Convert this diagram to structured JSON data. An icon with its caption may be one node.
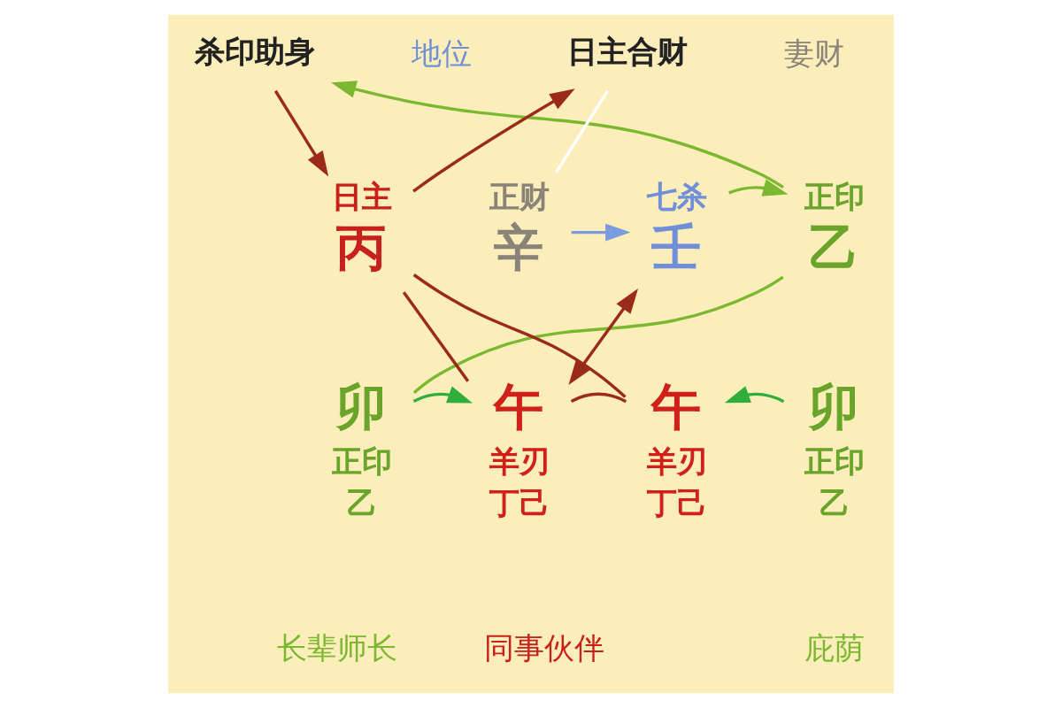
{
  "diagram": {
    "nodes": [
      {
        "text": [
          "杀印助身"
        ]
      },
      {
        "text": [
          "日主合财"
        ]
      },
      {
        "text": [
          "正印",
          "乙"
        ]
      },
      {
        "text": [
          "七杀",
          "壬"
        ]
      },
      {
        "text": [
          "日主",
          "丙"
        ]
      },
      {
        "text": [
          "正财",
          "辛"
        ]
      },
      {
        "text": [
          "卯",
          "正印",
          "乙"
        ]
      },
      {
        "text": [
          "午",
          "羊刃",
          "丁己"
        ]
      },
      {
        "text": [
          "午",
          "羊刃",
          "丁己"
        ]
      },
      {
        "text": [
          "卯",
          "正印",
          "乙"
        ]
      }
    ],
    "edges": [
      {
        "from": 2,
        "to": 0,
        "arrow": "to",
        "color": "#7cb82f"
      },
      {
        "from": 0,
        "to": 4,
        "arrow": "to"
      },
      {
        "from": 4,
        "to": 1,
        "arrow": "to"
      },
      {
        "from": 5,
        "to": 1,
        "arrow": "none",
        "color": "#ffffff"
      },
      {
        "from": 5,
        "to": 3,
        "arrow": "to",
        "color": "#7b9be0"
      },
      {
        "from": 3,
        "to": 2,
        "arrow": "to",
        "color": "#7cb82f"
      },
      {
        "from": 7,
        "to": 3,
        "arrow": "both"
      },
      {
        "from": 4,
        "to": 7,
        "arrow": "none"
      },
      {
        "from": 4,
        "to": 8,
        "arrow": "none"
      },
      {
        "from": 7,
        "to": 8,
        "arrow": "none"
      },
      {
        "from": 6,
        "to": 7,
        "arrow": "to",
        "color": "#2fae3c"
      },
      {
        "from": 9,
        "to": 8,
        "arrow": "to",
        "color": "#2fae3c"
      },
      {
        "from": 2,
        "to": 6,
        "arrow": "none",
        "color": "#7cb82f"
      }
    ],
    "labels": [
      "地位",
      "妻财",
      "长辈师长",
      "同事伙伴",
      "庇荫"
    ]
  }
}
